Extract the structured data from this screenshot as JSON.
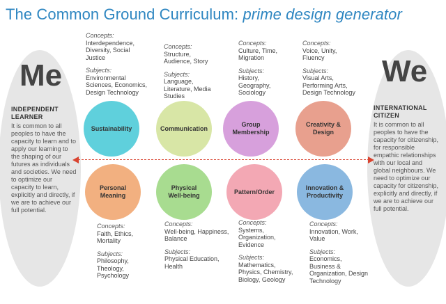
{
  "title": {
    "main": "The Common Ground Curriculum: ",
    "sub": "prime design generator"
  },
  "left": {
    "big": "Me",
    "heading": "INDEPENDENT LEARNER",
    "text": "It is common to all peoples to have the capacity to learn and to apply our learning to the shaping of our futures as individuals and societies.  We need to optimize our capacity to learn, explicitly and directly, if we are to achieve our full potential."
  },
  "right": {
    "big": "We",
    "heading": "INTERNATIONAL CITIZEN",
    "text": "It is common to all peoples to have the capacity for citizenship, for responsible empathic relationships with our local and global neighbours.  We need to optimize our capacity for citizenship, explicitly and directly, if we are to achieve our full potential."
  },
  "labels": {
    "concepts": "Concepts:",
    "subjects": "Subjects:"
  },
  "top": [
    {
      "name": "Sustainability",
      "color": "#5fd0dc",
      "concepts": "Interdependence,\nDiversity, Social\nJustice",
      "subjects": "Environmental\nSciences, Economics,\nDesign Technology"
    },
    {
      "name": "Communication",
      "color": "#d8e6a6",
      "concepts": "Structure,\nAudience, Story",
      "subjects": "Language,\nLiterature, Media\nStudies"
    },
    {
      "name": "Group\nMembership",
      "color": "#d7a0dc",
      "concepts": "Culture, Time,\nMigration",
      "subjects": "History,\nGeography,\nSociology"
    },
    {
      "name": "Creativity &\nDesign",
      "color": "#e8a08e",
      "concepts": "Voice, Unity,\nFluency",
      "subjects": "Visual Arts,\nPerforming Arts,\nDesign Technology"
    }
  ],
  "bottom": [
    {
      "name": "Personal\nMeaning",
      "color": "#f2b080",
      "concepts": "Faith, Ethics,\nMortality",
      "subjects": "Philosophy,\nTheology,\nPsychology"
    },
    {
      "name": "Physical\nWell-being",
      "color": "#a8dc90",
      "concepts": "Well-being, Happiness,\nBalance",
      "subjects": "Physical Education,\nHealth"
    },
    {
      "name": "Pattern/Order",
      "color": "#f3a8b4",
      "concepts": "Systems,\nOrganization,\nEvidence",
      "subjects": "Mathematics,\nPhysics, Chemistry,\nBiology, Geology"
    },
    {
      "name": "Innovation &\nProductivity",
      "color": "#8ab8e0",
      "concepts": "Innovation, Work,\nValue",
      "subjects": "Economics,\nBusiness &\nOrganization, Design\nTechnology"
    }
  ],
  "colors": {
    "title": "#2e86c1",
    "arrow": "#d9432f",
    "oval": "#e6e6e6"
  }
}
